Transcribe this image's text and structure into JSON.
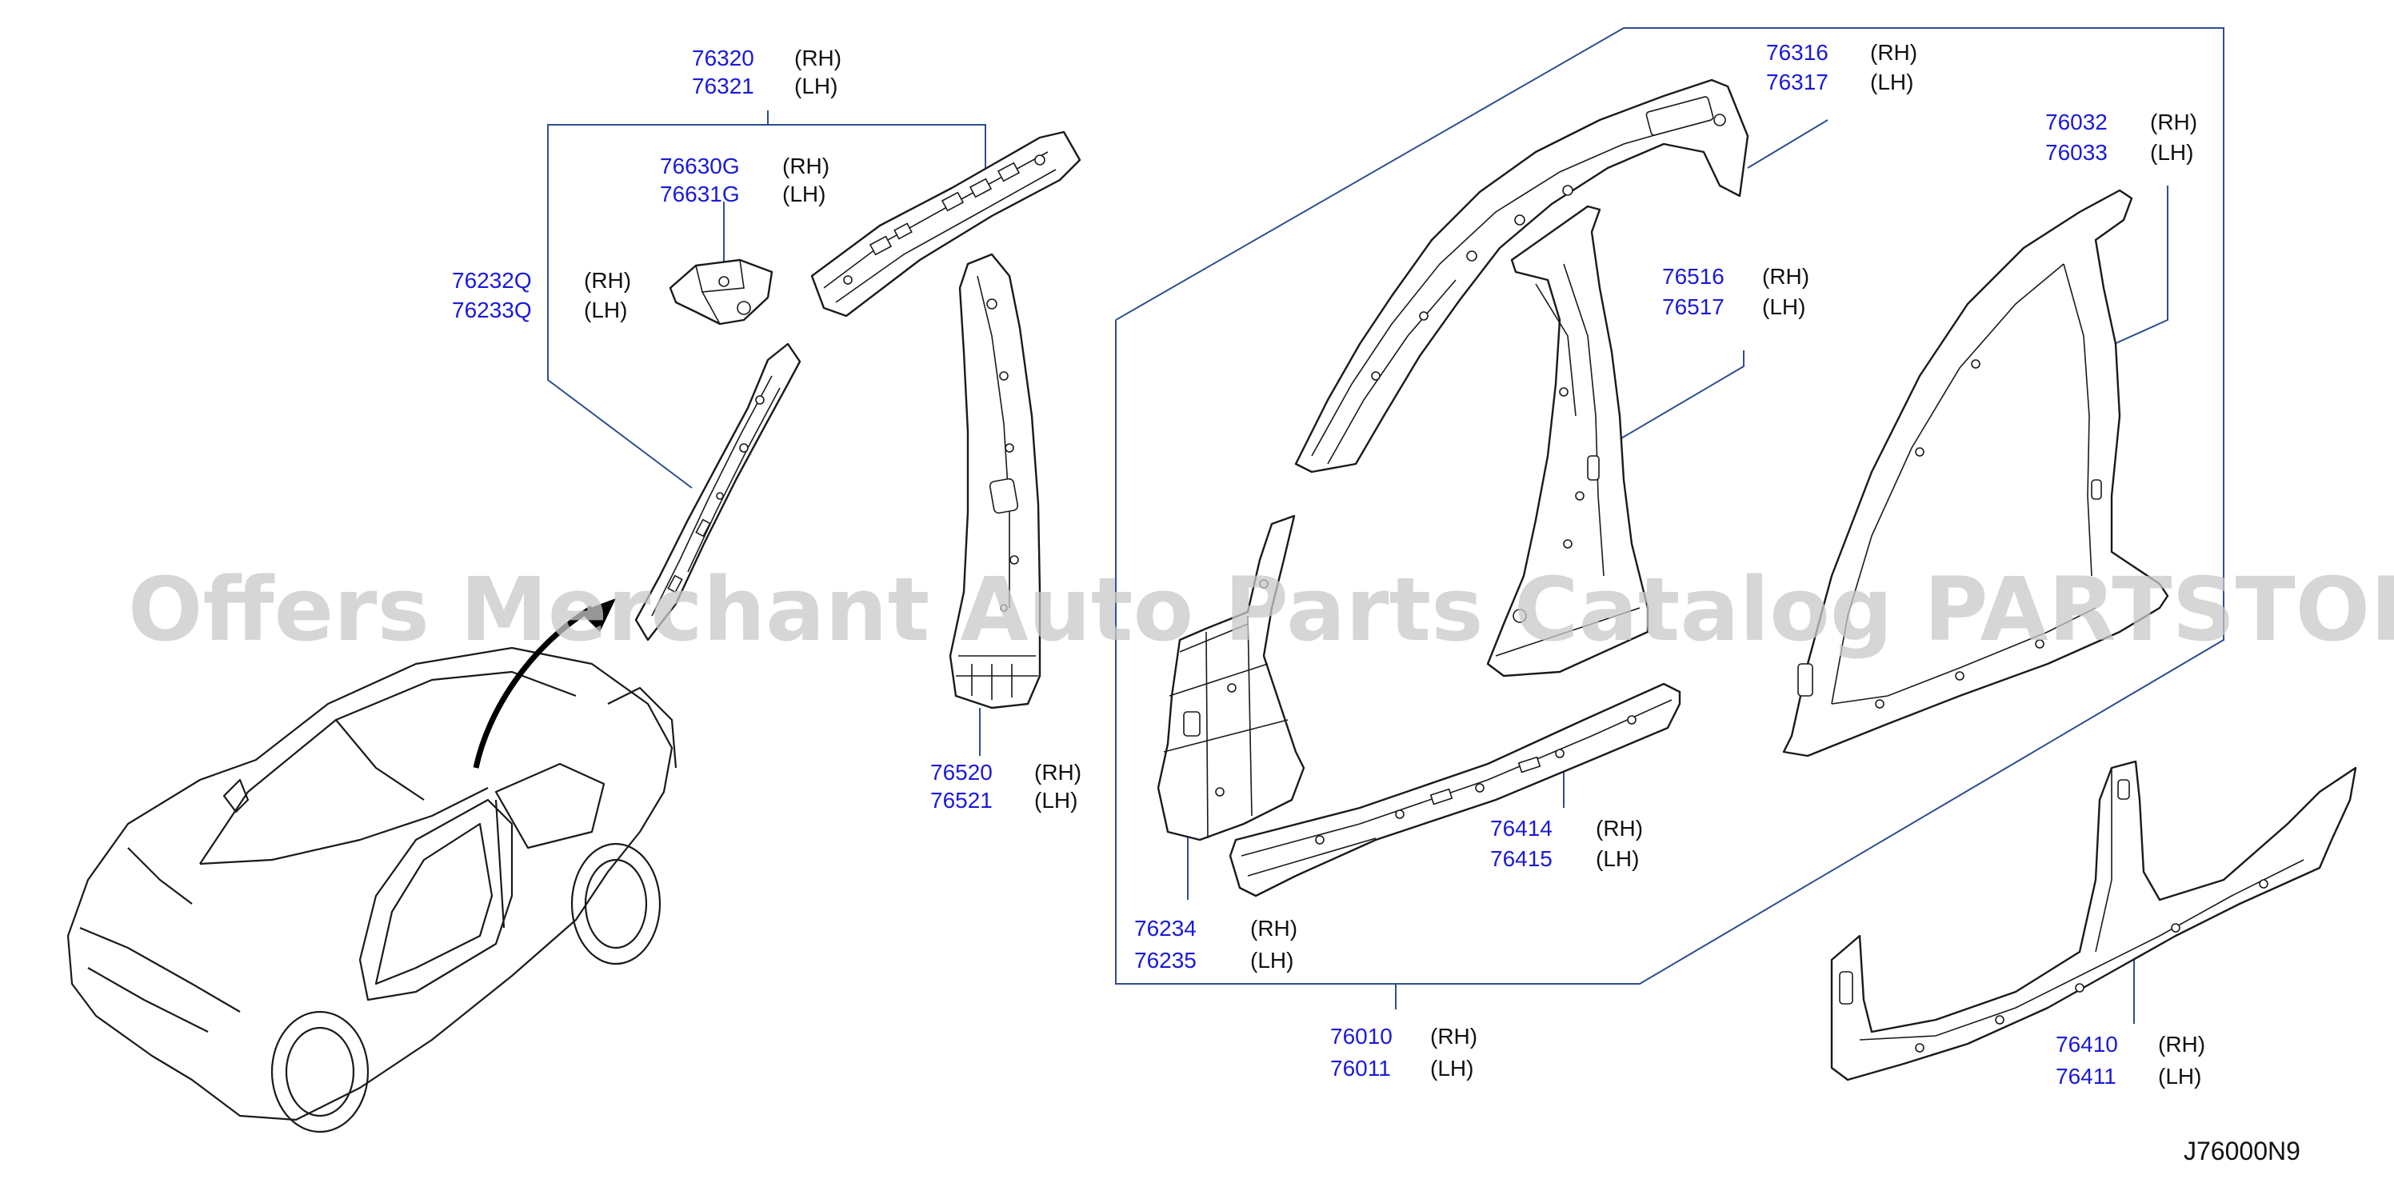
{
  "callouts": [
    {
      "id": "g76320",
      "parts": [
        "76320",
        "76321"
      ],
      "sides": [
        "(RH)",
        "(LH)"
      ]
    },
    {
      "id": "g76630",
      "parts": [
        "76630G",
        "76631G"
      ],
      "sides": [
        "(RH)",
        "(LH)"
      ]
    },
    {
      "id": "g76232",
      "parts": [
        "76232Q",
        "76233Q"
      ],
      "sides": [
        "(RH)",
        "(LH)"
      ]
    },
    {
      "id": "g76520",
      "parts": [
        "76520",
        "76521"
      ],
      "sides": [
        "(RH)",
        "(LH)"
      ]
    },
    {
      "id": "g76316",
      "parts": [
        "76316",
        "76317"
      ],
      "sides": [
        "(RH)",
        "(LH)"
      ]
    },
    {
      "id": "g76032",
      "parts": [
        "76032",
        "76033"
      ],
      "sides": [
        "(RH)",
        "(LH)"
      ]
    },
    {
      "id": "g76516",
      "parts": [
        "76516",
        "76517"
      ],
      "sides": [
        "(RH)",
        "(LH)"
      ]
    },
    {
      "id": "g76414",
      "parts": [
        "76414",
        "76415"
      ],
      "sides": [
        "(RH)",
        "(LH)"
      ]
    },
    {
      "id": "g76234",
      "parts": [
        "76234",
        "76235"
      ],
      "sides": [
        "(RH)",
        "(LH)"
      ]
    },
    {
      "id": "g76010",
      "parts": [
        "76010",
        "76011"
      ],
      "sides": [
        "(RH)",
        "(LH)"
      ]
    },
    {
      "id": "g76410",
      "parts": [
        "76410",
        "76411"
      ],
      "sides": [
        "(RH)",
        "(LH)"
      ]
    }
  ],
  "diagram_code": "J76000N9",
  "watermark": "Offers Merchant Auto Parts Catalog PARTSTORE.SA"
}
